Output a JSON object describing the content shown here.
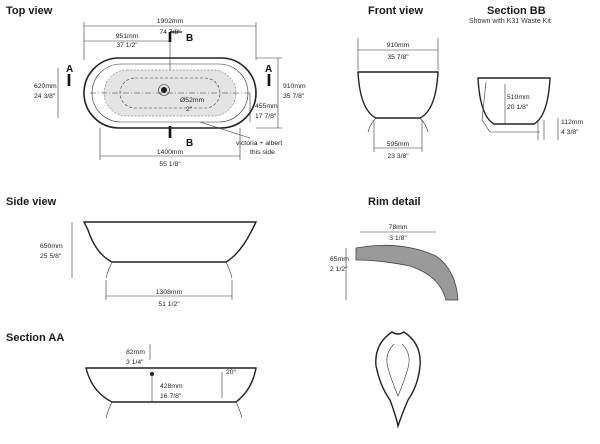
{
  "headings": {
    "top_view": "Top view",
    "front_view": "Front view",
    "section_bb": "Section BB",
    "section_bb_note": "Shown with K31 Waste Kit",
    "side_view": "Side view",
    "rim_detail": "Rim detail",
    "section_aa": "Section AA"
  },
  "top_view": {
    "length": [
      "1902mm",
      "74 7/8\""
    ],
    "half_length": [
      "951mm",
      "37 1/2\""
    ],
    "width_outer": [
      "910mm",
      "35 7/8\""
    ],
    "width_a": [
      "620mm",
      "24 3/8\""
    ],
    "waste_diameter": [
      "Ø52mm",
      "2\""
    ],
    "inner_width": [
      "455mm",
      "17 7/8\""
    ],
    "feet_spacing": [
      "1400mm",
      "55 1/8\""
    ],
    "section_a": "A",
    "section_b": "B",
    "brand": "victoria + albert",
    "brand_note": "this side"
  },
  "front_view": {
    "width": [
      "910mm",
      "35 7/8\""
    ],
    "base_width": [
      "595mm",
      "23 3/8\""
    ]
  },
  "section_bb": {
    "depth": [
      "510mm",
      "20 1/8\""
    ],
    "waste_height": [
      "112mm",
      "4 3/8\""
    ]
  },
  "side_view": {
    "height": [
      "650mm",
      "25 5/8\""
    ],
    "base_length": [
      "1308mm",
      "51 1/2\""
    ]
  },
  "rim_detail": {
    "rim_width": [
      "78mm",
      "3 1/8\""
    ],
    "rim_height": [
      "65mm",
      "2 1/2\""
    ]
  },
  "section_aa": {
    "overflow": [
      "82mm",
      "3 1/4\""
    ],
    "overflow_height": [
      "428mm",
      "16 7/8\""
    ],
    "angle": "20°"
  }
}
